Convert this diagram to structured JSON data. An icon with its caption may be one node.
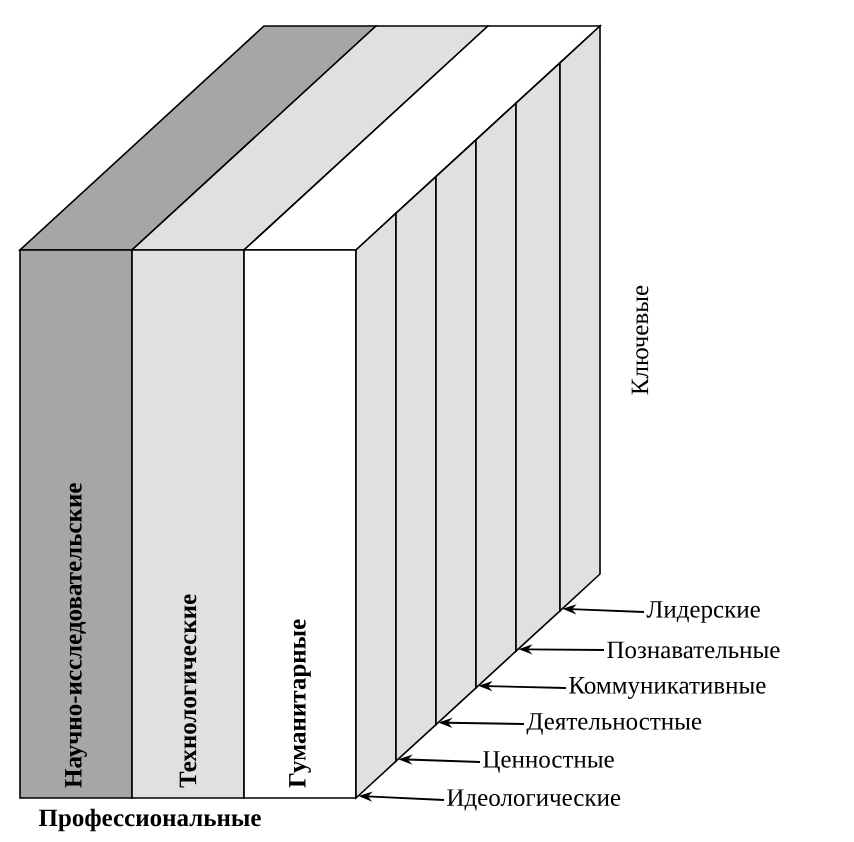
{
  "diagram": {
    "nodes": [
      {
        "text": [
          "Научно-исследовательские"
        ]
      },
      {
        "text": [
          "Технологические"
        ]
      },
      {
        "text": [
          "Гуманитарные"
        ]
      },
      {
        "text": [],
        "shape": "box"
      },
      {
        "text": [],
        "shape": "box"
      },
      {
        "text": [],
        "shape": "box"
      },
      {
        "text": [],
        "shape": "box"
      },
      {
        "text": [],
        "shape": "box"
      },
      {
        "text": [],
        "shape": "box"
      },
      {
        "text": [
          "Идеологические"
        ]
      },
      {
        "text": [
          "Ценностные"
        ]
      },
      {
        "text": [
          "Деятельностные"
        ]
      },
      {
        "text": [
          "Коммуникативные"
        ]
      },
      {
        "text": [
          "Познавательные"
        ]
      },
      {
        "text": [
          "Лидерские"
        ]
      }
    ],
    "edges": [
      {
        "from": 9,
        "to": 3,
        "arrow": "to"
      },
      {
        "from": 10,
        "to": 4,
        "arrow": "to"
      },
      {
        "from": 11,
        "to": 5,
        "arrow": "to"
      },
      {
        "from": 12,
        "to": 6,
        "arrow": "to"
      },
      {
        "from": 13,
        "to": 7,
        "arrow": "to"
      },
      {
        "from": 14,
        "to": 8,
        "arrow": "to"
      }
    ],
    "labels": [
      "Ключевые",
      "Профессиональные"
    ]
  }
}
